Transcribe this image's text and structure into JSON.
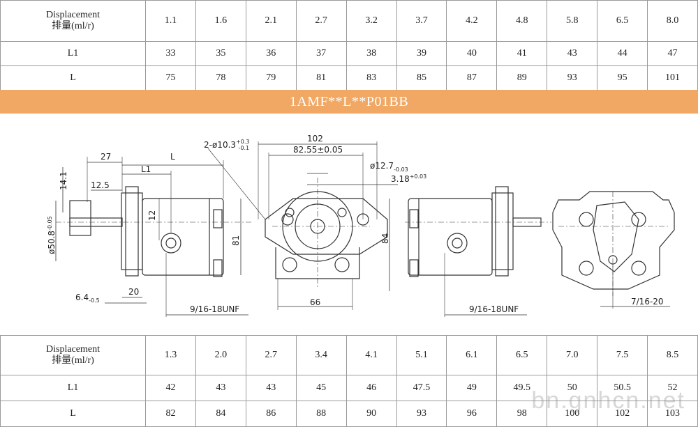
{
  "top_table": {
    "header_en": "Displacement",
    "header_cn": "排量(ml/r)",
    "displacements": [
      "1.1",
      "1.6",
      "2.1",
      "2.7",
      "3.2",
      "3.7",
      "4.2",
      "4.8",
      "5.8",
      "6.5",
      "8.0"
    ],
    "l1_label": "L1",
    "l1": [
      "33",
      "35",
      "36",
      "37",
      "38",
      "39",
      "40",
      "41",
      "43",
      "44",
      "47"
    ],
    "l_label": "L",
    "l": [
      "75",
      "78",
      "79",
      "81",
      "83",
      "85",
      "87",
      "89",
      "93",
      "95",
      "101"
    ]
  },
  "banner": {
    "model": "1AMF**L**P01BB"
  },
  "drawing": {
    "dim_27": "27",
    "dim_l": "L",
    "dim_l1": "L1",
    "dim_12_5": "12.5",
    "dim_14_1": "14.1",
    "dim_shaft": "ø50.8",
    "dim_shaft_tol": "-0.05",
    "dim_12": "12",
    "dim_81": "81",
    "dim_6_4": "6.4",
    "dim_6_4_tol": "-0.5",
    "dim_20": "20",
    "thread_side": "9/16-18UNF",
    "holes": "2-ø10.3",
    "holes_tol_up": "+0.3",
    "holes_tol_dn": "-0.1",
    "dim_102": "102",
    "dim_82_55": "82.55±0.05",
    "dim_12_7": "ø12.7",
    "dim_12_7_tol": "-0.03",
    "dim_3_18": "3.18",
    "dim_3_18_tol": "+0.03",
    "dim_84": "84",
    "dim_66": "66",
    "thread_side2": "9/16-18UNF",
    "thread_rear": "7/16-20"
  },
  "bottom_table": {
    "header_en": "Displacement",
    "header_cn": "排量(ml/r)",
    "displacements": [
      "1.3",
      "2.0",
      "2.7",
      "3.4",
      "4.1",
      "5.1",
      "6.1",
      "6.5",
      "7.0",
      "7.5",
      "8.5"
    ],
    "l1_label": "L1",
    "l1": [
      "42",
      "43",
      "43",
      "45",
      "46",
      "47.5",
      "49",
      "49.5",
      "50",
      "50.5",
      "52"
    ],
    "l_label": "L",
    "l": [
      "82",
      "84",
      "86",
      "88",
      "90",
      "93",
      "96",
      "98",
      "100",
      "102",
      "103"
    ]
  },
  "watermark": "bn.gnhcn.net"
}
